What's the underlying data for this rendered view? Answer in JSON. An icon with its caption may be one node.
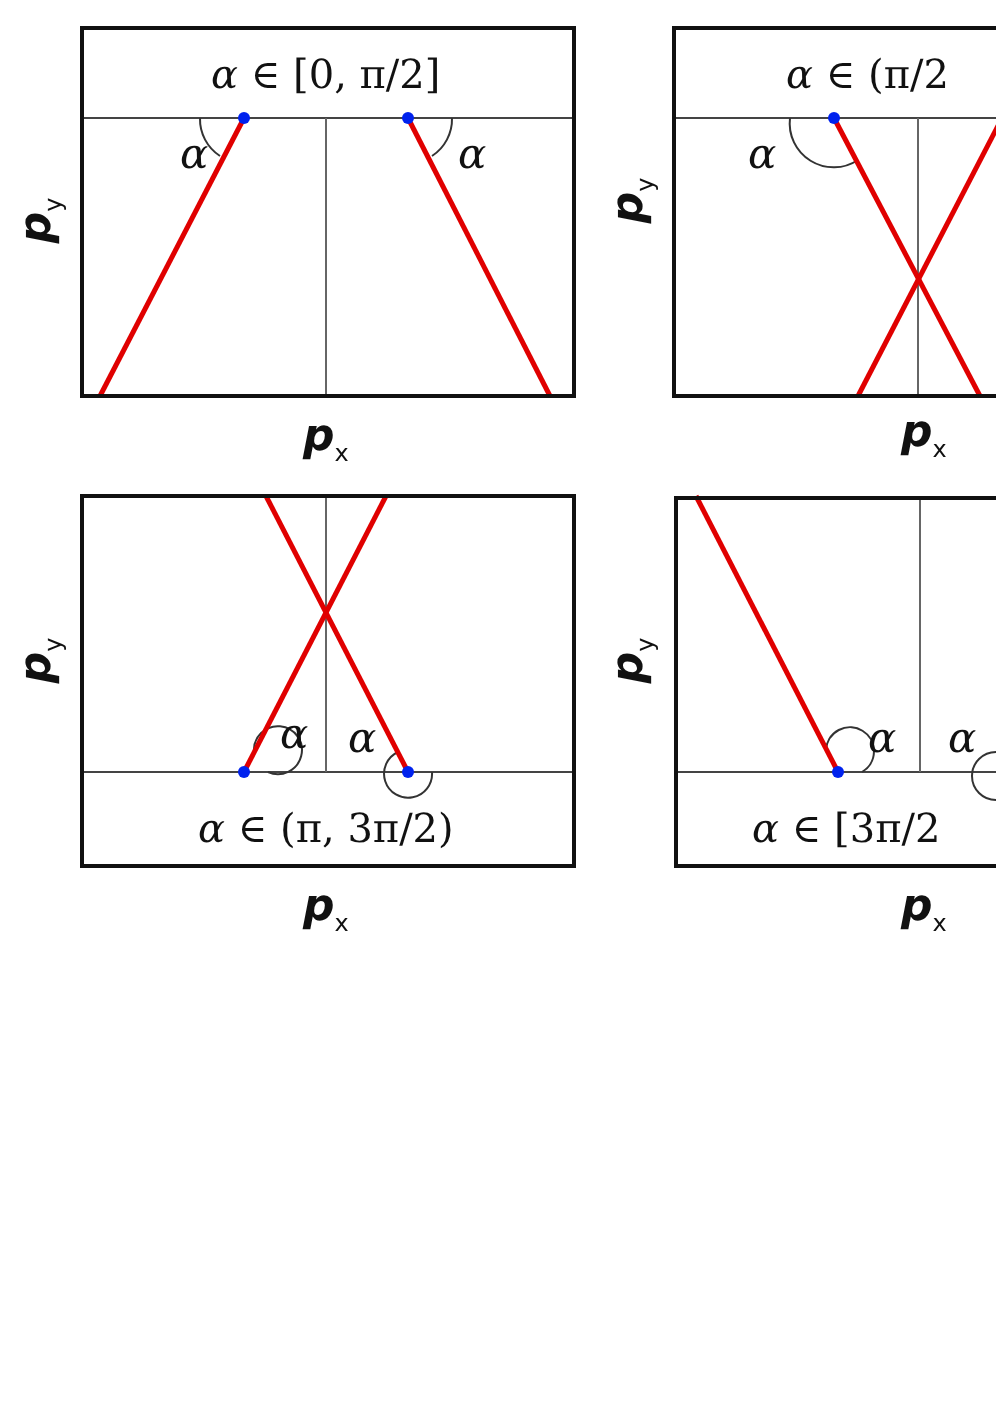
{
  "diagram": {
    "nodes": [
      {
        "text": [
          "*α* ∈ [0, π/2]"
        ]
      },
      {
        "text": [
          "*α* ∈ (π/2"
        ]
      },
      {
        "text": [
          "*α* ∈ (π, 3π/2)"
        ]
      },
      {
        "text": [
          "*α* ∈ [3π/2"
        ]
      }
    ],
    "labels": [
      "α",
      "α",
      "**p**$_{y}$",
      "**p**$_{x}$",
      "α",
      "**p**$_{y}$",
      "**p**$_{x}$",
      "α",
      "α",
      "**p**$_{y}$",
      "**p**$_{x}$",
      "α",
      "α",
      "**p**$_{y}$",
      "**p**$_{x}$"
    ]
  }
}
